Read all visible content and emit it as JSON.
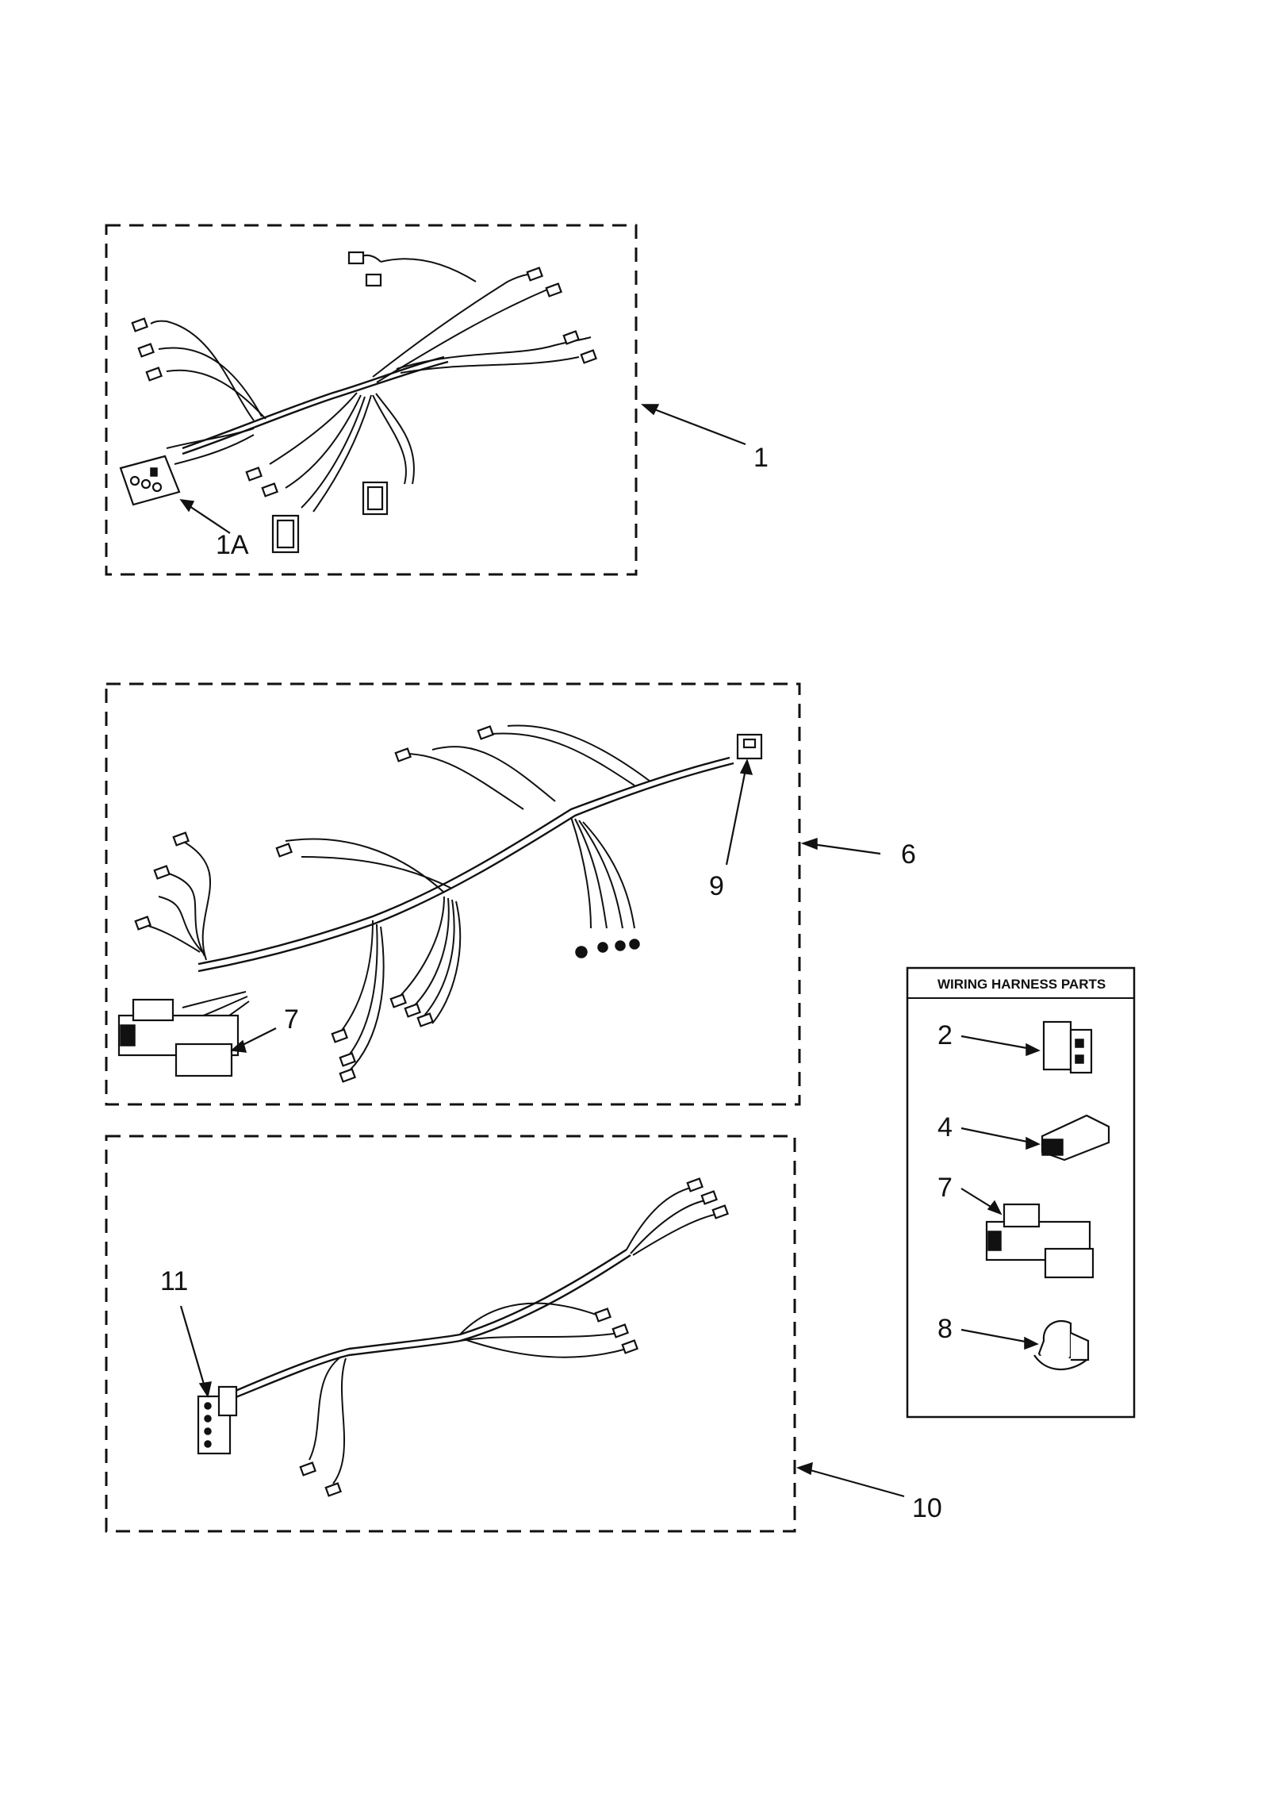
{
  "callouts": {
    "harness_1": "1",
    "connector_1a": "1A",
    "harness_6": "6",
    "connector_7": "7",
    "connector_9": "9",
    "harness_10": "10",
    "connector_11": "11"
  },
  "legend": {
    "title": "WIRING HARNESS PARTS",
    "items": [
      "2",
      "4",
      "7",
      "8"
    ]
  }
}
